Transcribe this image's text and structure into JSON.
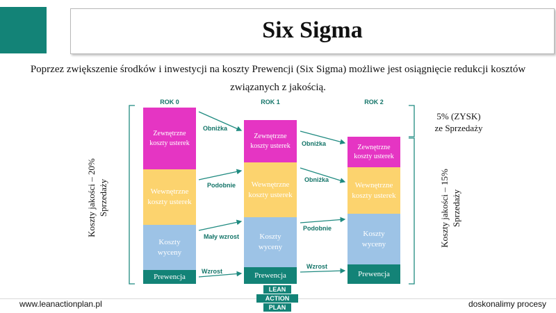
{
  "title": "Six Sigma",
  "subtitle_line1": "Poprzez zwiększenie środków i inwestycji na koszty Prewencji (Six Sigma) możliwe jest osiągnięcie redukcji kosztów",
  "subtitle_line2": "związanych z jakością.",
  "years": [
    "ROK 0",
    "ROK 1",
    "ROK 2"
  ],
  "columns": [
    {
      "year": "ROK 0",
      "segments": [
        {
          "label": "Zewnętrzne koszty usterek",
          "color": "#e535c3"
        },
        {
          "label": "Wewnętrzne koszty usterek",
          "color": "#fcd36e"
        },
        {
          "label": "Koszty wyceny",
          "color": "#9dc3e6"
        },
        {
          "label": "Prewencja",
          "color": "#138377"
        }
      ]
    },
    {
      "year": "ROK 1",
      "segments": [
        {
          "label": "Zewnętrzne koszty usterek",
          "color": "#e535c3"
        },
        {
          "label": "Wewnętrzne koszty usterek",
          "color": "#fcd36e"
        },
        {
          "label": "Koszty wyceny",
          "color": "#9dc3e6"
        },
        {
          "label": "Prewencja",
          "color": "#138377"
        }
      ]
    },
    {
      "year": "ROK 2",
      "segments": [
        {
          "label": "Zewnętrzne koszty usterek",
          "color": "#e535c3"
        },
        {
          "label": "Wewnętrzne koszty usterek",
          "color": "#fcd36e"
        },
        {
          "label": "Koszty wyceny",
          "color": "#9dc3e6"
        },
        {
          "label": "Prewencja",
          "color": "#138377"
        }
      ]
    }
  ],
  "arrows_0_1": [
    "Obniżka",
    "Podobnie",
    "Mały wzrost",
    "Wzrost"
  ],
  "arrows_1_2": [
    "Obniżka",
    "Obniżka",
    "Podobnie",
    "Wzrost"
  ],
  "left_label_line1": "Koszty jakości – 20%",
  "left_label_line2": "Sprzedaży",
  "right_label_line1": "Koszty jakości – 15%",
  "right_label_line2": "Sprzedaży",
  "profit_line1": "5% (ZYSK)",
  "profit_line2": "ze Sprzedaży",
  "footer_left": "www.leanactionplan.pl",
  "footer_right": "doskonalimy procesy",
  "logo": [
    "LEAN",
    "ACTION",
    "PLAN"
  ],
  "colors": {
    "teal": "#138377",
    "magenta": "#e535c3",
    "yellow": "#fcd36e",
    "light_blue": "#9dc3e6"
  }
}
